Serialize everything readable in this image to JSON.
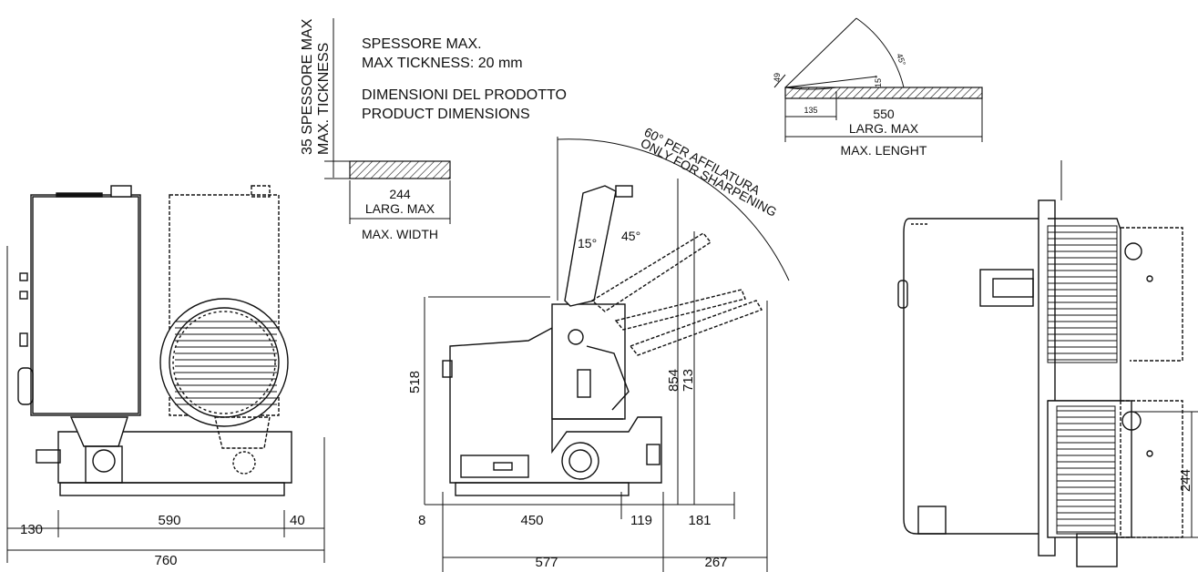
{
  "thickness_note": {
    "rotated_line1": "35 SPESSORE MAX",
    "rotated_line2": "MAX. TICKNESS",
    "line1": "SPESSORE MAX.",
    "line2": "MAX TICKNESS: 20 mm",
    "line3": "DIMENSIONI DEL PRODOTTO",
    "line4": "PRODUCT DIMENSIONS"
  },
  "width_diagram": {
    "value": "244",
    "label1": "LARG. MAX",
    "label2": "MAX. WIDTH"
  },
  "length_diagram": {
    "value": "550",
    "label1": "LARG. MAX",
    "label2": "MAX. LENGHT",
    "small_values": [
      "49",
      "135",
      "15°",
      "45°"
    ]
  },
  "sharpening": {
    "line1": "60° PER AFFILATURA",
    "line2": "ONLY FOR SHARPENING",
    "angle_15": "15°",
    "angle_45": "45°"
  },
  "front_view": {
    "dim_left": "130",
    "dim_base": "590",
    "dim_right": "40",
    "dim_total": "760"
  },
  "side_view": {
    "dim_height_518": "518",
    "dim_height_854": "854",
    "dim_height_713": "713",
    "dim_8": "8",
    "dim_450": "450",
    "dim_119": "119",
    "dim_181": "181",
    "dim_577": "577",
    "dim_267": "267"
  },
  "top_view": {
    "dim_244": "244"
  },
  "colors": {
    "line": "#111111",
    "background": "#ffffff"
  }
}
